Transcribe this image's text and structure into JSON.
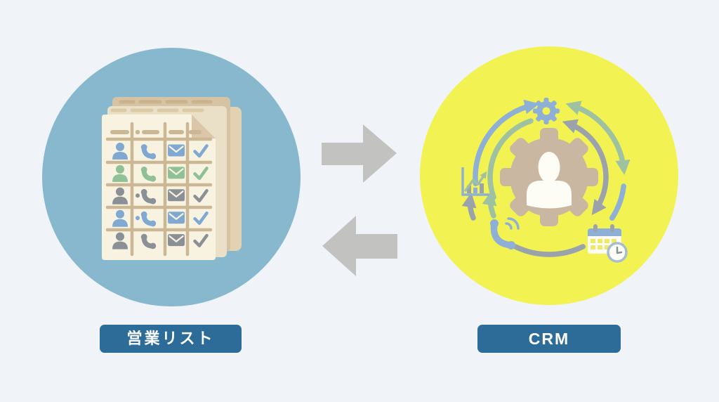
{
  "palette": {
    "bg": "#f0f4f8",
    "circle_blue": "#87b8cd",
    "circle_yellow": "#f3f253",
    "label_bg": "#2d6b99",
    "label_text": "#ffffff",
    "arrow_gray": "#c2c2c0",
    "icon_blue": "#7fa9d1",
    "icon_green": "#8fc096",
    "icon_gray": "#8b9097",
    "arc_blue": "#8fb0d6",
    "arc_green": "#9dc1a1",
    "arc_gray": "#9aa2ab",
    "gear_tan": "#c9b7a2",
    "page_cream": "#f8f3e1",
    "page_tan": "#d6c3a3",
    "page_mid": "#eadfc7",
    "folder_tan": "#e2d2b2",
    "grid_tan": "#ccb794",
    "fold_tan": "#dbc7a7",
    "white_ish": "#fdfdf6"
  },
  "diagram": {
    "left_circle": {
      "label": "営業リスト",
      "icon": "sales-list-documents",
      "table_rows": [
        {
          "tone": "blue",
          "dot": false
        },
        {
          "tone": "green",
          "dot": false
        },
        {
          "tone": "gray",
          "dot": true
        },
        {
          "tone": "blue",
          "dot": true
        },
        {
          "tone": "gray",
          "dot": false
        }
      ]
    },
    "right_circle": {
      "label": "CRM",
      "icons": [
        "gear-icon",
        "user-gear-icon",
        "growth-chart-icon",
        "phone-icon",
        "calendar-clock-icon"
      ]
    },
    "flow_arrows": [
      "right",
      "left"
    ]
  }
}
